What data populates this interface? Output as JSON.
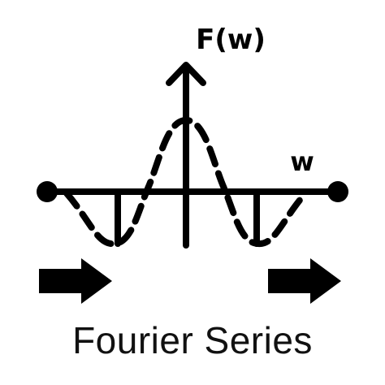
{
  "icon": {
    "name": "fourier-series-icon",
    "y_axis_label": "F(w)",
    "x_axis_label": "w",
    "stroke_color": "#000000"
  },
  "caption": {
    "text": "Fourier Series"
  }
}
